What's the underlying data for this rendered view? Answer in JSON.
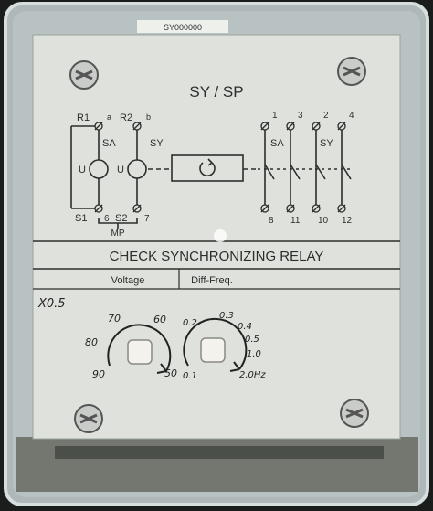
{
  "top_strip": "SY000000",
  "model": "SY / SP",
  "title": "CHECK SYNCHRONIZING RELAY",
  "label_voltage": "Voltage",
  "label_freq": "Diff-Freq.",
  "multiplier": "X0.5",
  "schematic": {
    "top_terminals_left": [
      "R1",
      "R2"
    ],
    "phase_marks": [
      "a",
      "b"
    ],
    "meter_labels": [
      "SA",
      "SY"
    ],
    "coil_letters": [
      "U",
      "U"
    ],
    "bottom_terminals_left": [
      "S1",
      "6",
      "S2",
      "7"
    ],
    "mp_label": "MP",
    "contact_top": [
      "1",
      "3",
      "2",
      "4"
    ],
    "contact_groups": [
      "SA",
      "SY"
    ],
    "contact_bottom": [
      "8",
      "11",
      "10",
      "12"
    ]
  },
  "voltage_scale": [
    "90",
    "80",
    "70",
    "60",
    "50"
  ],
  "freq_scale": [
    "0.1",
    "0.2",
    "0.3",
    "0.4",
    "0.5",
    "1.0",
    "2.0Hz"
  ],
  "colors": {
    "plate": "#dfe2dc",
    "ink": "#2a2f2d",
    "housing": "#1b1d1c",
    "cover": "#b7c2c2"
  }
}
